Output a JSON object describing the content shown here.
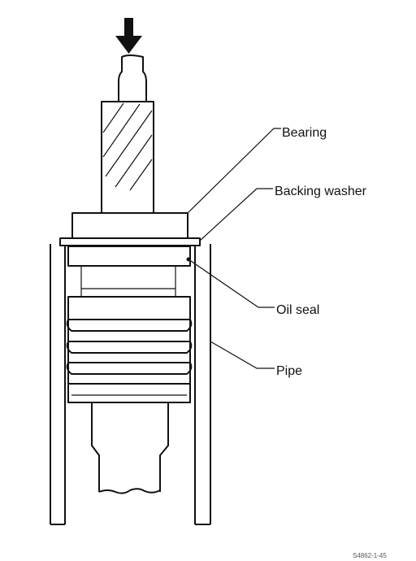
{
  "labels": {
    "bearing": "Bearing",
    "backing_washer": "Backing washer",
    "oil_seal": "Oil seal",
    "pipe": "Pipe"
  },
  "caption": "S4862-1-45",
  "icons": {
    "press_direction": "down-arrow-icon"
  },
  "colors": {
    "ink": "#111111",
    "background": "#ffffff"
  }
}
